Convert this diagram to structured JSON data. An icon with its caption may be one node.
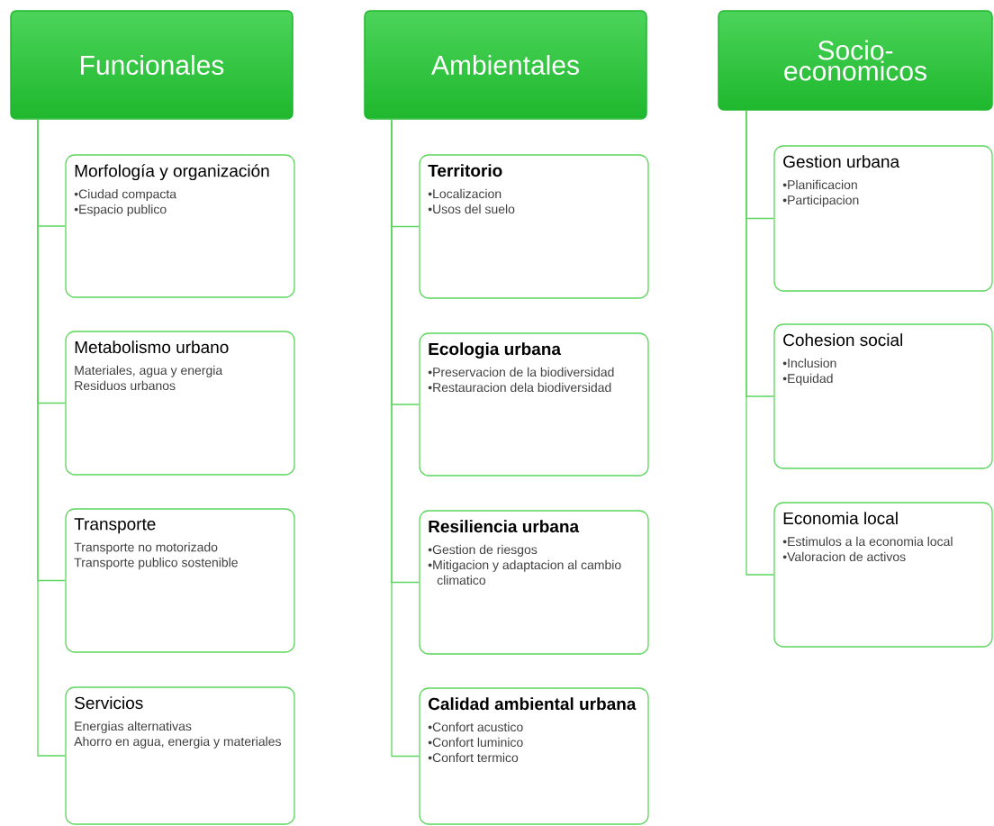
{
  "diagram": {
    "nodes": [
      {
        "text": [
          "Funcionales"
        ]
      },
      {
        "text": [
          "Morfología y organización",
          "•Ciudad compacta",
          "•Espacio publico"
        ]
      },
      {
        "text": [
          "Metabolismo urbano",
          "Materiales, agua y energia",
          "Residuos urbanos"
        ]
      },
      {
        "text": [
          "Transporte",
          "Transporte no motorizado",
          "Transporte publico sostenible"
        ]
      },
      {
        "text": [
          "Servicios",
          "Energias alternativas",
          "Ahorro en agua, energia y materiales"
        ]
      },
      {
        "text": [
          "Ambientales"
        ]
      },
      {
        "text": [
          "Territorio",
          "•Localizacion",
          "•Usos del suelo"
        ]
      },
      {
        "text": [
          "Ecologia urbana",
          "•Preservacion de la biodiversidad",
          "•Restauracion dela biodiversidad"
        ]
      },
      {
        "text": [
          "Resiliencia urbana",
          "•Gestion de riesgos",
          "•Mitigacion y adaptacion al cambio climatico"
        ]
      },
      {
        "text": [
          "Calidad ambiental urbana",
          "•Confort acustico",
          "•Confort luminico",
          "•Confort termico"
        ]
      },
      {
        "text": [
          "Socio-economicos"
        ]
      },
      {
        "text": [
          "Gestion urbana",
          "•Planificacion",
          "•Participacion"
        ]
      },
      {
        "text": [
          "Cohesion social",
          "•Inclusion",
          "•Equidad"
        ]
      },
      {
        "text": [
          "Economia local",
          "•Estimulos a la economia local",
          "•Valoracion de activos"
        ]
      }
    ],
    "edges": [
      {
        "from": 0,
        "to": 1,
        "arrow": "none"
      },
      {
        "from": 0,
        "to": 2,
        "arrow": "none"
      },
      {
        "from": 0,
        "to": 3,
        "arrow": "none"
      },
      {
        "from": 0,
        "to": 4,
        "arrow": "none"
      },
      {
        "from": 5,
        "to": 6,
        "arrow": "none"
      },
      {
        "from": 5,
        "to": 7,
        "arrow": "none"
      },
      {
        "from": 5,
        "to": 8,
        "arrow": "none"
      },
      {
        "from": 5,
        "to": 9,
        "arrow": "none"
      },
      {
        "from": 10,
        "to": 11,
        "arrow": "none"
      },
      {
        "from": 10,
        "to": 12,
        "arrow": "none"
      },
      {
        "from": 10,
        "to": 13,
        "arrow": "none"
      }
    ]
  }
}
